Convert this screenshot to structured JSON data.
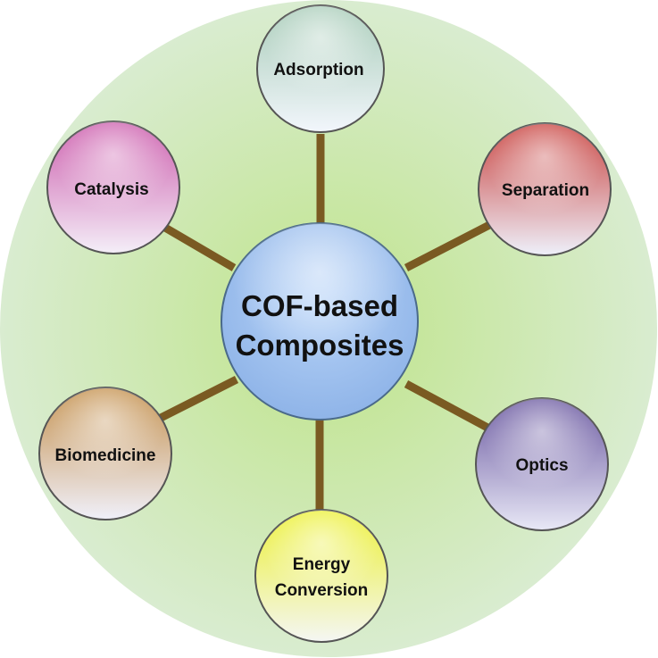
{
  "center": {
    "line1": "COF-based",
    "line2": "Composites",
    "color": "#a8c8f0"
  },
  "nodes": {
    "adsorption": {
      "label": "Adsorption",
      "color": "#b8d8c8"
    },
    "separation": {
      "label": "Separation",
      "color": "#c8484a"
    },
    "optics": {
      "label": "Optics",
      "color": "#7060a8"
    },
    "energy": {
      "line1": "Energy",
      "line2": "Conversion",
      "color": "#f0f040"
    },
    "biomedicine": {
      "label": "Biomedicine",
      "color": "#c89050"
    },
    "catalysis": {
      "label": "Catalysis",
      "color": "#d068b0"
    }
  },
  "colors": {
    "backdrop": "#c8e6b0",
    "connector": "#7a5a22"
  }
}
